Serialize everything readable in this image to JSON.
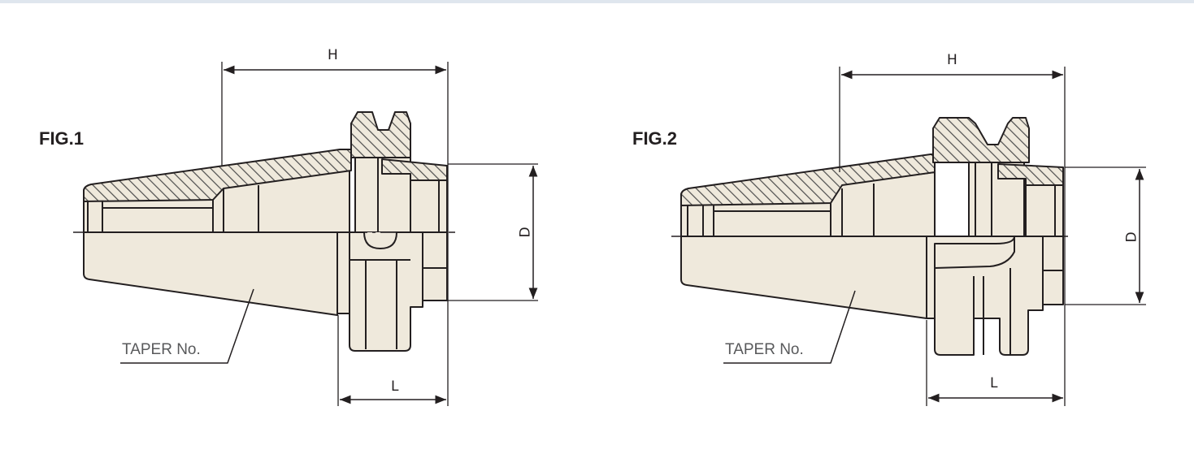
{
  "colors": {
    "body_fill": "#efe9dc",
    "hatch_stroke": "#4d4d4d",
    "outline": "#231f20",
    "label_gray": "#58595b",
    "top_bar": "#dfe6ee"
  },
  "figures": [
    {
      "title": "FIG.1",
      "dims": {
        "H": "H",
        "L": "L",
        "D": "D"
      },
      "callout": "TAPER No."
    },
    {
      "title": "FIG.2",
      "dims": {
        "H": "H",
        "L": "L",
        "D": "D"
      },
      "callout": "TAPER No."
    }
  ]
}
